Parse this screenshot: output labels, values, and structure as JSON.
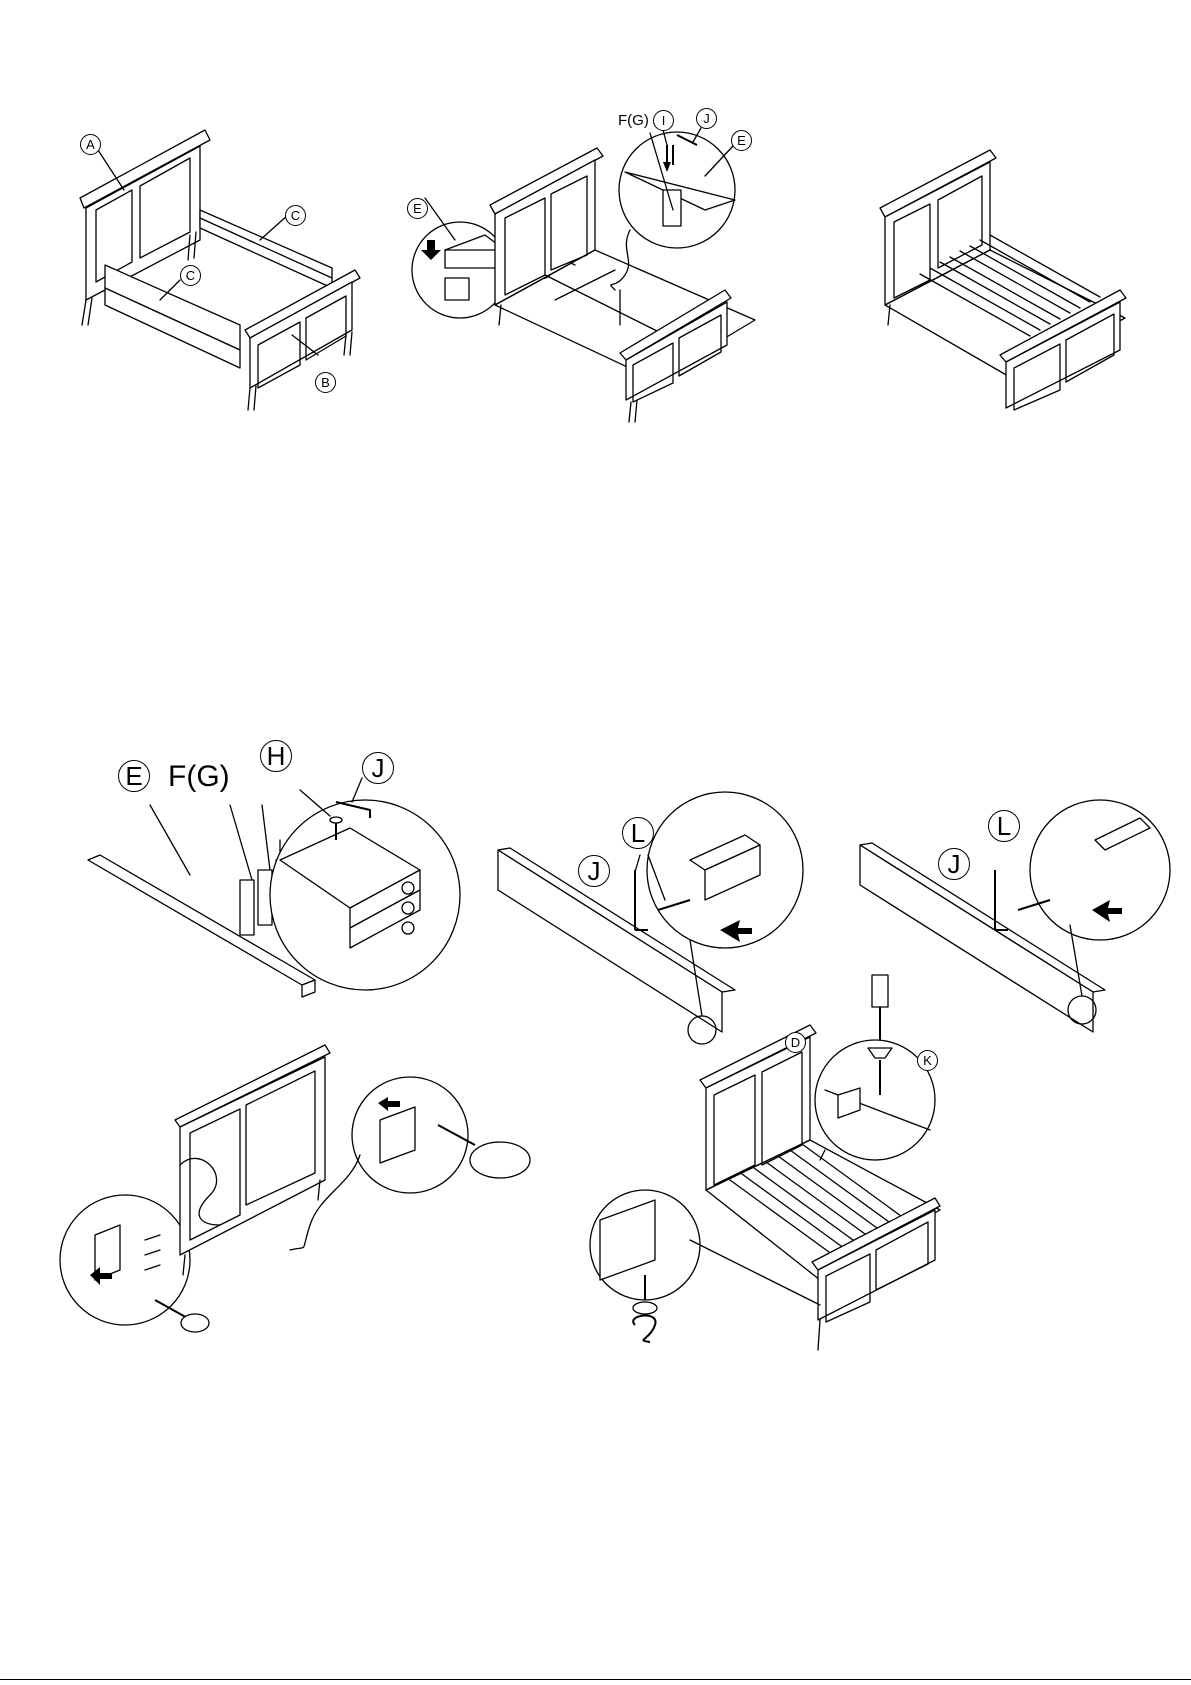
{
  "step1": {
    "labels": {
      "a": "A",
      "c1": "C",
      "c2": "C",
      "b": "B"
    }
  },
  "step2": {
    "labels": {
      "fg": "F(G)",
      "i": "I",
      "j": "J",
      "e_right": "E",
      "e_left": "E"
    }
  },
  "step3": {
    "labels": {}
  },
  "step4": {
    "labels": {
      "e": "E",
      "fg": "F(G)",
      "h": "H",
      "j": "J"
    }
  },
  "step5": {
    "labels": {
      "j": "J",
      "l": "L"
    }
  },
  "step6": {
    "labels": {
      "j": "J",
      "l": "L"
    }
  },
  "step7": {
    "labels": {}
  },
  "step8": {
    "labels": {
      "d": "D",
      "k": "K"
    }
  }
}
